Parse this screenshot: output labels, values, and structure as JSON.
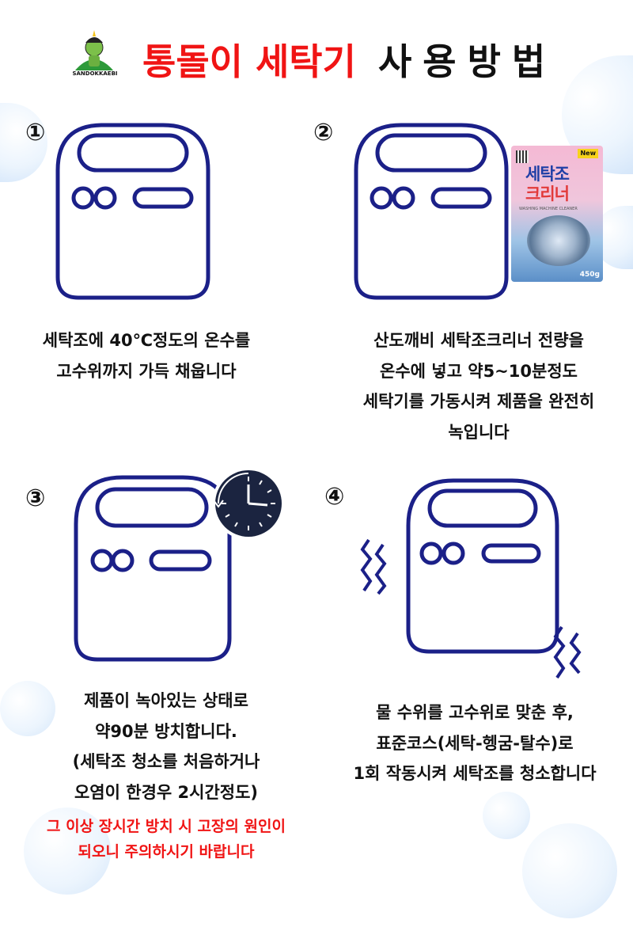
{
  "header": {
    "logo_text": "SANDOKKAEBI",
    "title_red": "통돌이 세탁기",
    "title_dark": "사용방법"
  },
  "colors": {
    "accent_red": "#f01414",
    "machine_blue": "#1b2088"
  },
  "product": {
    "name_line1": "세탁조",
    "name_line2": "크리너",
    "subtitle": "WASHING MACHINE CLEANER",
    "badge": "New",
    "weight": "450g"
  },
  "steps": [
    {
      "number": "①",
      "lines": [
        "세탁조에 40℃정도의 온수를",
        "고수위까지 가득 채웁니다"
      ]
    },
    {
      "number": "②",
      "lines": [
        "산도깨비 세탁조크리너 전량을",
        "온수에 넣고 약5~10분정도",
        "세탁기를 가동시켜 제품을 완전히",
        "녹입니다"
      ]
    },
    {
      "number": "③",
      "lines": [
        "제품이 녹아있는 상태로",
        "약90분 방치합니다.",
        "(세탁조 청소를 처음하거나",
        "오염이 한경우 2시간정도)"
      ],
      "warning": [
        "그 이상 장시간 방치 시 고장의 원인이",
        "되오니 주의하시기 바랍니다"
      ]
    },
    {
      "number": "④",
      "lines": [
        "물 수위를 고수위로 맞춘 후,",
        "표준코스(세탁-헹굼-탈수)로",
        "1회 작동시켜 세탁조를 청소합니다"
      ]
    }
  ]
}
